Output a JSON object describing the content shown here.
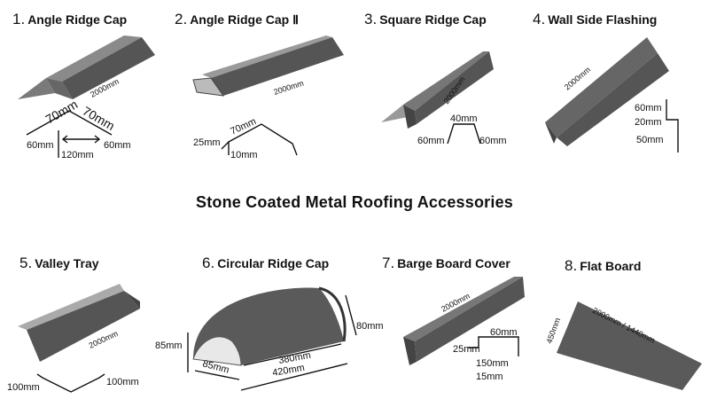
{
  "heading": "Stone Coated Metal Roofing Accessories",
  "items": [
    {
      "num": "1.",
      "title": "Angle Ridge Cap",
      "dims": [
        "2000mm",
        "70mm",
        "70mm",
        "60mm",
        "60mm",
        "120mm"
      ]
    },
    {
      "num": "2.",
      "title": "Angle Ridge Cap Ⅱ",
      "dims": [
        "2000mm",
        "70mm",
        "25mm",
        "10mm"
      ]
    },
    {
      "num": "3.",
      "title": "Square Ridge Cap",
      "dims": [
        "2000mm",
        "40mm",
        "60mm",
        "60mm"
      ]
    },
    {
      "num": "4.",
      "title": "Wall Side Flashing",
      "dims": [
        "2000mm",
        "60mm",
        "20mm",
        "50mm"
      ]
    },
    {
      "num": "5.",
      "title": "Valley Tray",
      "dims": [
        "2000mm",
        "100mm",
        "100mm"
      ]
    },
    {
      "num": "6.",
      "title": "Circular Ridge Cap",
      "dims": [
        "85mm",
        "85mm",
        "380mm",
        "420mm",
        "80mm"
      ]
    },
    {
      "num": "7.",
      "title": "Barge Board Cover",
      "dims": [
        "2000mm",
        "60mm",
        "25mm",
        "150mm",
        "15mm"
      ]
    },
    {
      "num": "8.",
      "title": "Flat Board",
      "dims": [
        "2000mm / 1440mm",
        "450mm"
      ]
    }
  ]
}
